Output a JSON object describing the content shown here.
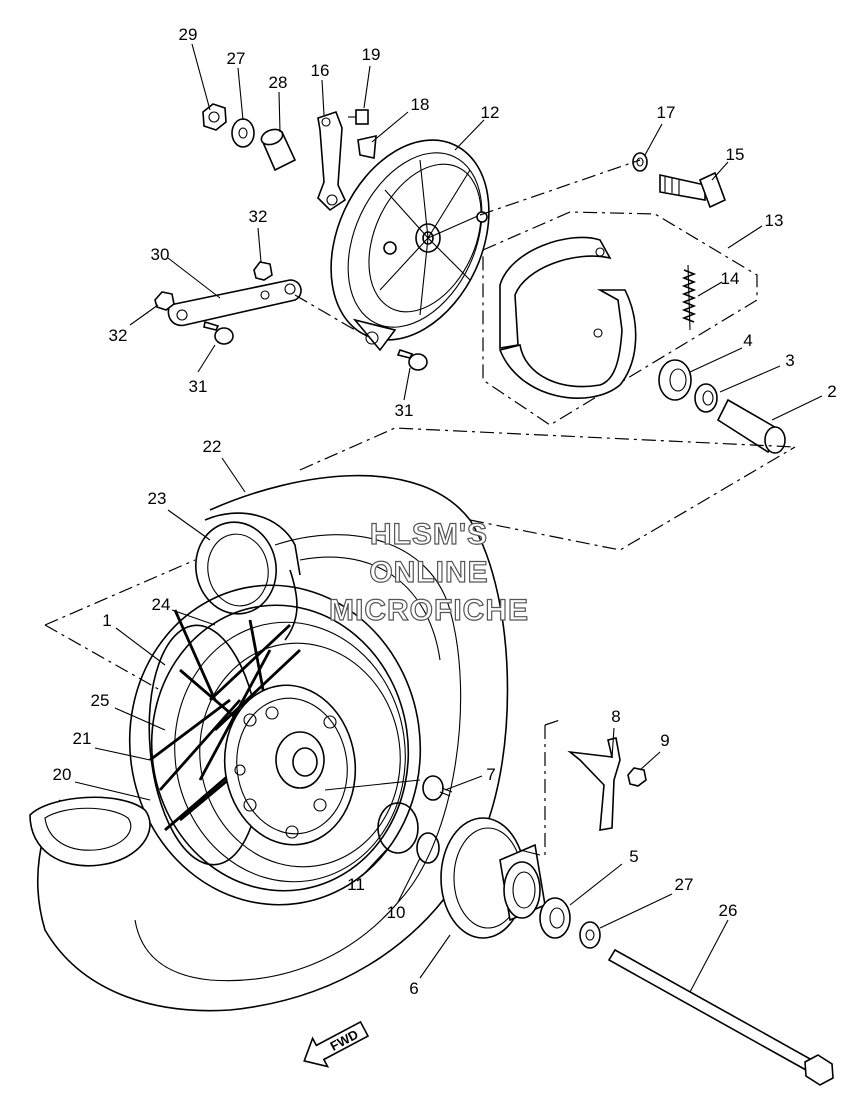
{
  "watermark": {
    "line1": "HLSM'S",
    "line2": "ONLINE",
    "line3": "MICROFICHE"
  },
  "fwd_arrow": {
    "label": "FWD"
  },
  "callouts": [
    {
      "id": "29",
      "text": "29"
    },
    {
      "id": "27a",
      "text": "27"
    },
    {
      "id": "28",
      "text": "28"
    },
    {
      "id": "16",
      "text": "16"
    },
    {
      "id": "19",
      "text": "19"
    },
    {
      "id": "18",
      "text": "18"
    },
    {
      "id": "12",
      "text": "12"
    },
    {
      "id": "17",
      "text": "17"
    },
    {
      "id": "15",
      "text": "15"
    },
    {
      "id": "32a",
      "text": "32"
    },
    {
      "id": "13",
      "text": "13"
    },
    {
      "id": "30",
      "text": "30"
    },
    {
      "id": "14",
      "text": "14"
    },
    {
      "id": "32b",
      "text": "32"
    },
    {
      "id": "31a",
      "text": "31"
    },
    {
      "id": "4",
      "text": "4"
    },
    {
      "id": "3",
      "text": "3"
    },
    {
      "id": "2",
      "text": "2"
    },
    {
      "id": "31b",
      "text": "31"
    },
    {
      "id": "22",
      "text": "22"
    },
    {
      "id": "23",
      "text": "23"
    },
    {
      "id": "24",
      "text": "24"
    },
    {
      "id": "1",
      "text": "1"
    },
    {
      "id": "8",
      "text": "8"
    },
    {
      "id": "25",
      "text": "25"
    },
    {
      "id": "9",
      "text": "9"
    },
    {
      "id": "21",
      "text": "21"
    },
    {
      "id": "7",
      "text": "7"
    },
    {
      "id": "20",
      "text": "20"
    },
    {
      "id": "5",
      "text": "5"
    },
    {
      "id": "11",
      "text": "11"
    },
    {
      "id": "27b",
      "text": "27"
    },
    {
      "id": "10",
      "text": "10"
    },
    {
      "id": "26",
      "text": "26"
    },
    {
      "id": "6",
      "text": "6"
    }
  ]
}
